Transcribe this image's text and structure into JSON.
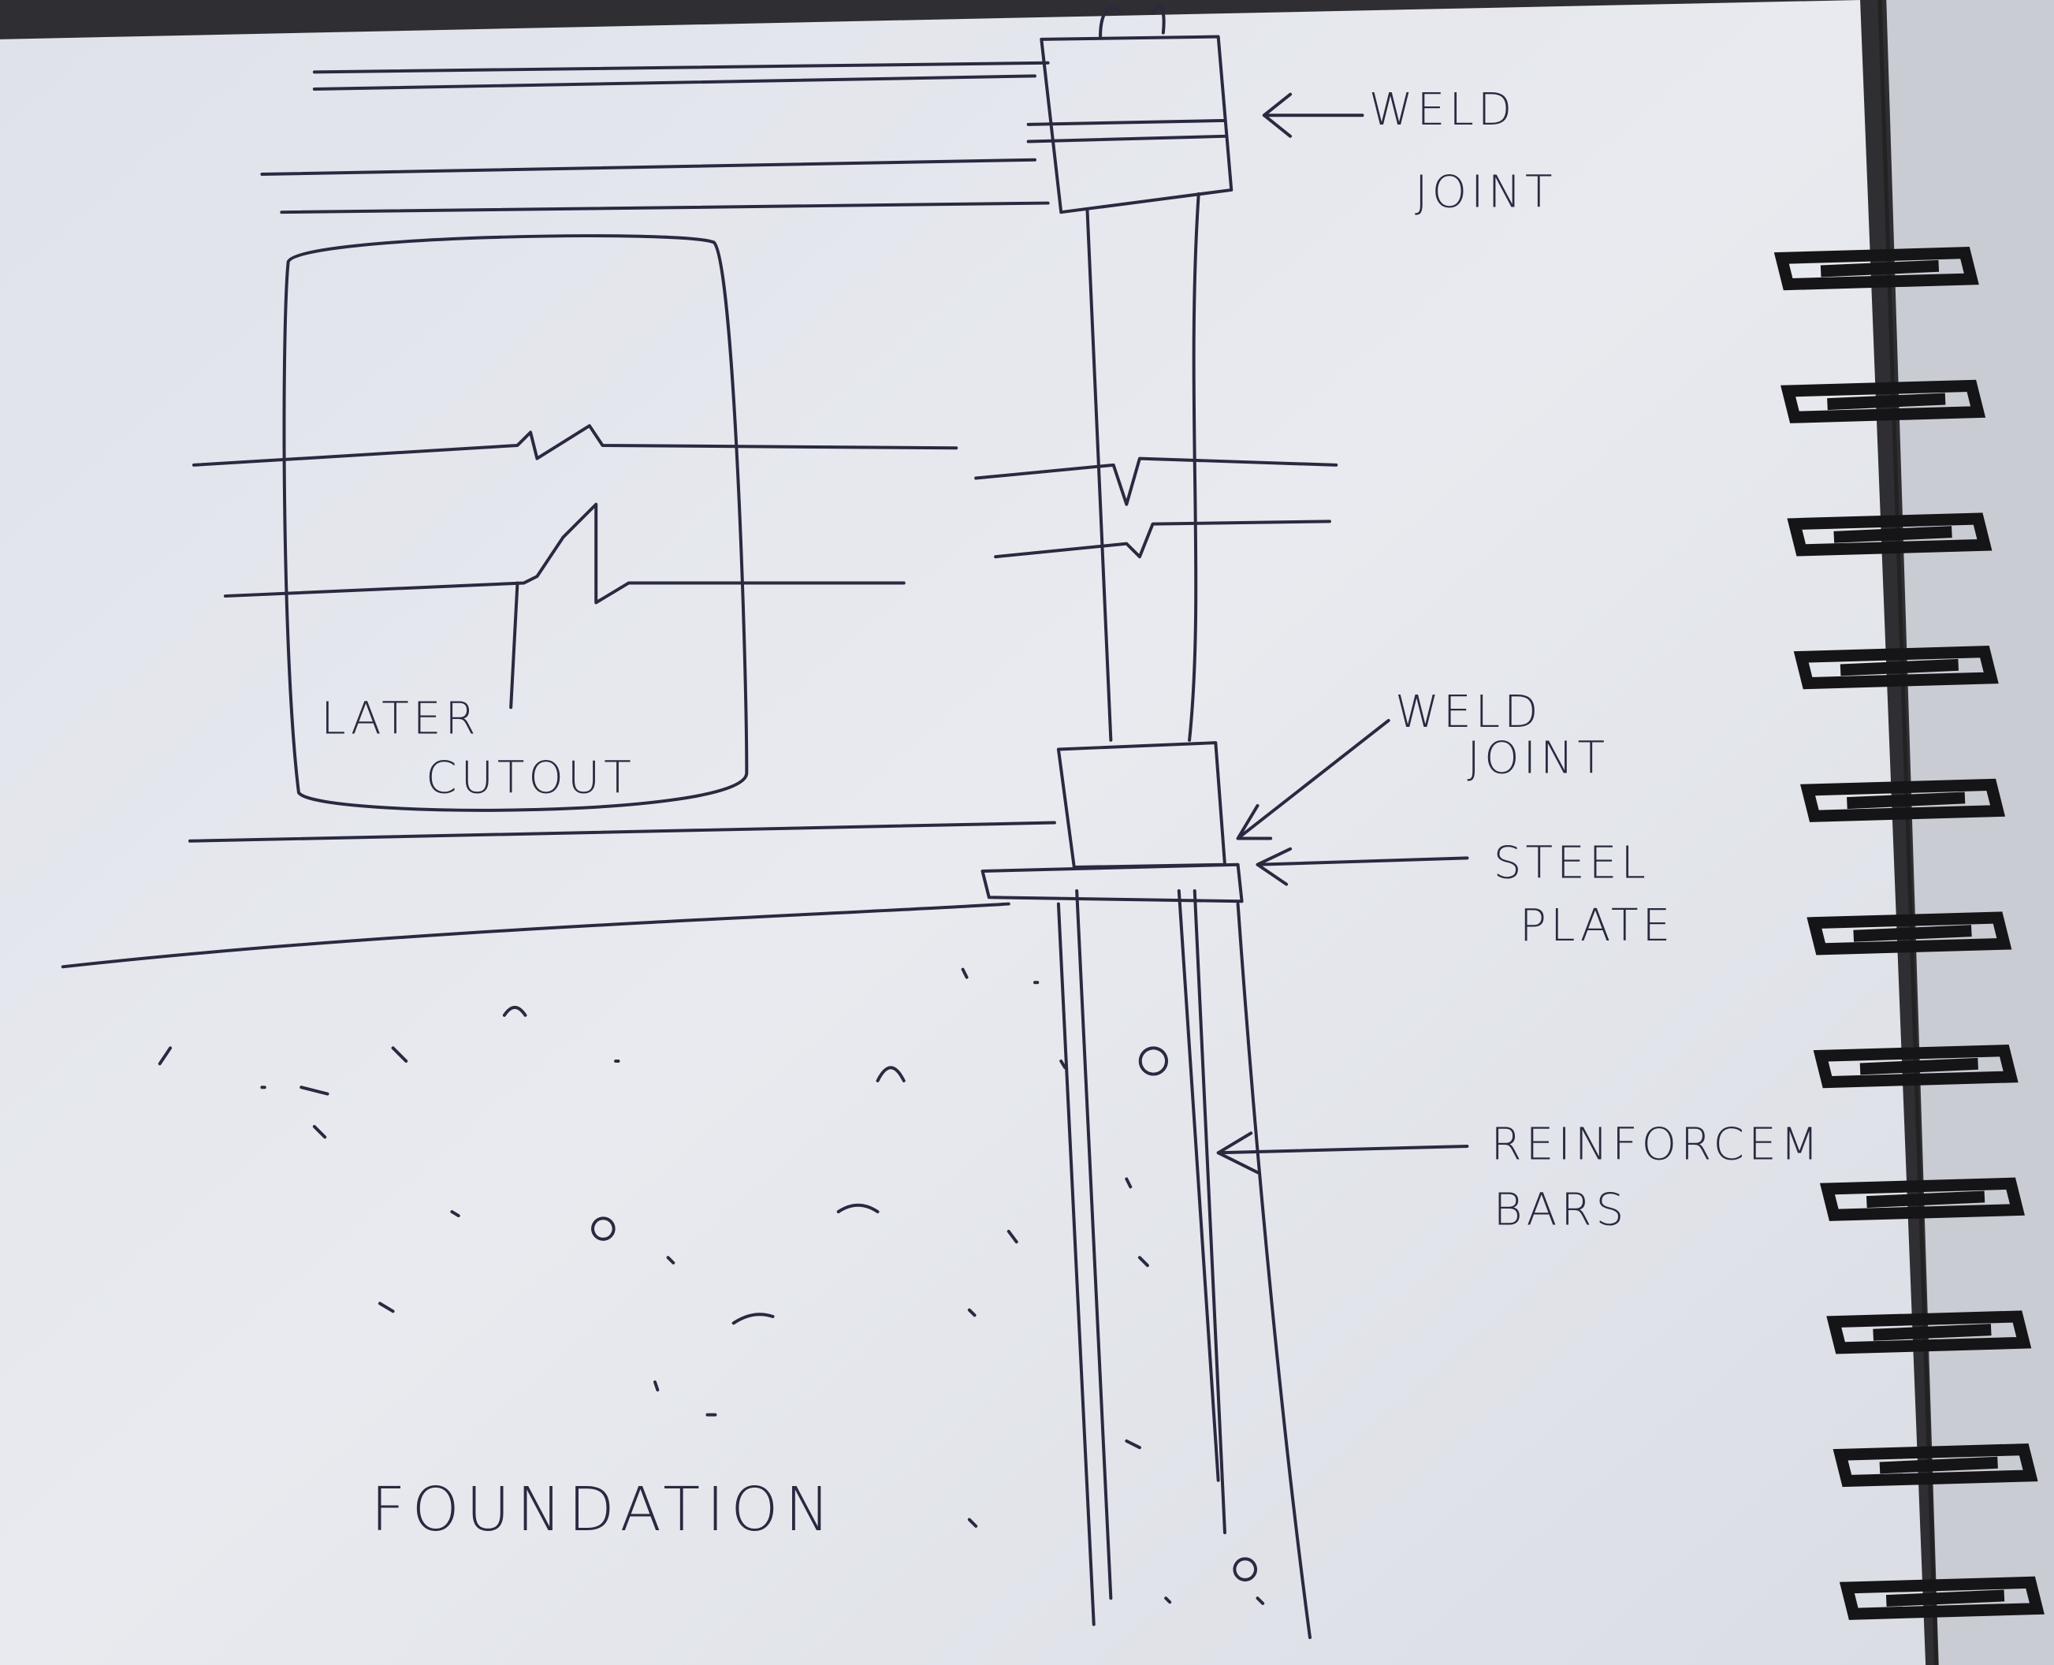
{
  "labels": {
    "top_weld_joint": [
      "WELD",
      "JOINT"
    ],
    "later_cutout": [
      "LATER",
      "CUTOUT"
    ],
    "bottom_weld_joint": [
      "WELD",
      "JOINT"
    ],
    "steel_plate": [
      "STEEL",
      "PLATE"
    ],
    "reinforcement_bars": [
      "REINFORCEM",
      "BARS"
    ],
    "foundation": "FOUNDATION"
  },
  "colors": {
    "paper": "#e4e6ec",
    "ink": "#2b2940",
    "spiral": "#151518"
  }
}
